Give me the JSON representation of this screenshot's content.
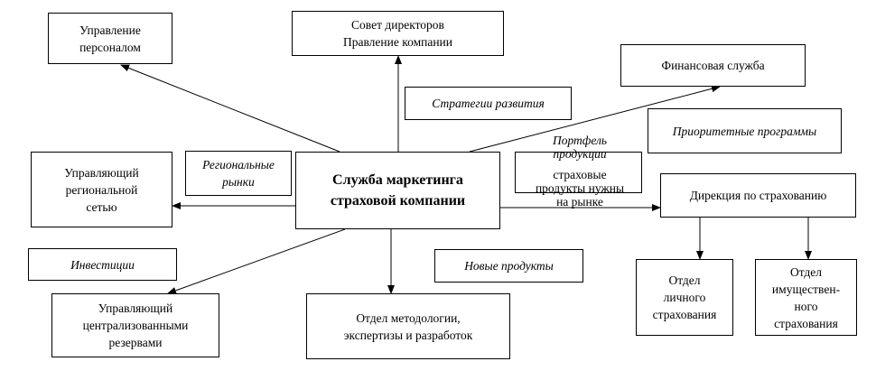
{
  "diagram": {
    "main": "Служба маркетинга\nстраховой компании",
    "boxes": {
      "personnel": "Управление\nперсоналом",
      "board": "Совет директоров\nПравление  компании",
      "finance": "Финансовая служба",
      "regional": "Управляющий\nрегиональной\nсетью",
      "insurance_dir": "Дирекция по страхованию",
      "centralized": "Управляющий\nцентрализованными\nрезервами",
      "methodology": "Отдел методологии,\nэкспертизы и разработок",
      "personal_dept": "Отдел\nличного\nстрахования",
      "property_dept": "Отдел\nимуществен-\nного\nстрахования"
    },
    "labels": {
      "strategies": "Стратегии развития",
      "priority": "Приоритетные  программы",
      "regional_markets": "Региональные\nрынки",
      "investments": "Инвестиции",
      "new_products": "Новые  продукты",
      "insurance_products": "страховые\nпродукты нужны\nна рынке",
      "portfolio": "Портфель\nпродукции"
    }
  }
}
